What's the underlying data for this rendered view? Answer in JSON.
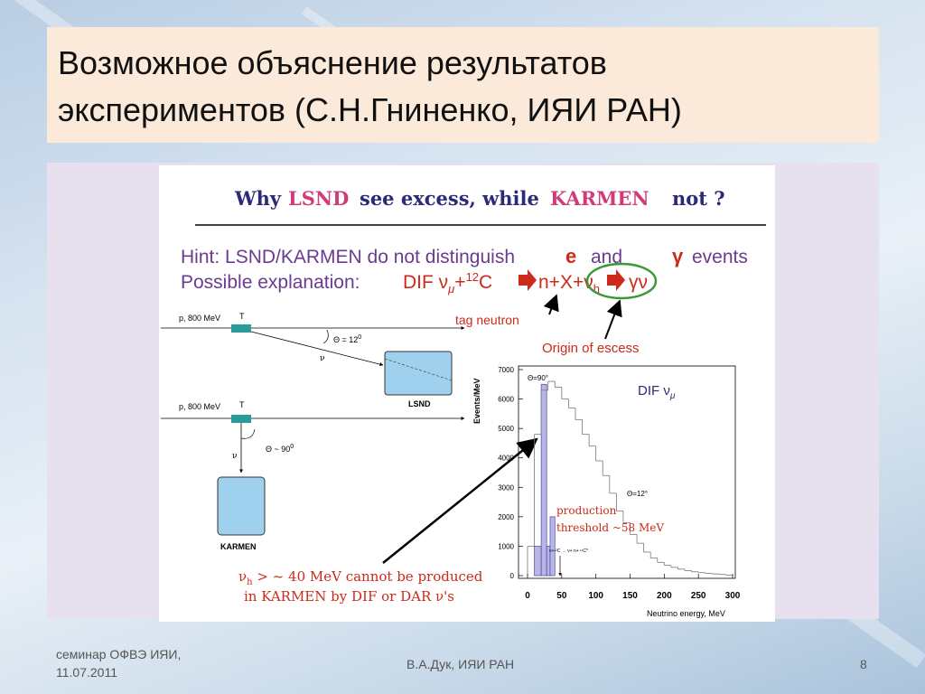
{
  "slide": {
    "title_line1": "Возможное объяснение результатов",
    "title_line2": "экспериментов (С.Н.Гниненко, ИЯИ РАН)"
  },
  "figure": {
    "headline": {
      "why": "Why",
      "lsnd": "LSND",
      "mid": "see excess, while",
      "karmen": "KARMEN",
      "end": "not ?"
    },
    "hint": {
      "prefix": "Hint: LSND/KARMEN  do not distinguish",
      "e": "e",
      "and": "and",
      "gamma": "γ",
      "events": "events"
    },
    "explanation": {
      "prefix": "Possible explanation:",
      "formula_dif": "DIF ν",
      "formula_mu": "μ",
      "formula_plus": "+",
      "formula_sup": "12",
      "formula_c": "C",
      "formula_nx": "n+X+ν",
      "formula_h": "h",
      "formula_gv": "γν"
    },
    "tag_neutron": "tag neutron",
    "origin": "Origin of escess",
    "beam1": {
      "label": "p, 800 MeV",
      "theta": "Θ = 12",
      "theta_sup": "0",
      "nu": "ν",
      "detector": "LSND"
    },
    "beam2": {
      "label": "p, 800 MeV",
      "theta": "Θ ~ 90",
      "theta_sup": "0",
      "nu": "ν",
      "detector": "KARMEN"
    },
    "note": {
      "line1_nu": "ν",
      "line1_h": "h",
      "line1_rest": " > ~ 40 MeV cannot be produced",
      "line2": "in KARMEN by DIF or DAR ν's"
    },
    "hist": {
      "ylabel": "Events/MeV",
      "xlabel": "Neutrino energy, MeV",
      "theta90": "Θ=90°",
      "theta12": "Θ=12°",
      "dif": "DIF ν",
      "dif_sub": "μ",
      "production": "production",
      "threshold": "threshold ~58 MeV",
      "reaction": "ν",
      "reaction_rest": "+¹²C → ν",
      "reaction_end": "+ n+ ¹¹C*",
      "yticks": [
        "0",
        "1000",
        "2000",
        "3000",
        "4000",
        "5000",
        "6000",
        "7000"
      ],
      "xticks": [
        "0",
        "50",
        "100",
        "150",
        "200",
        "250",
        "300"
      ]
    }
  },
  "chart_data": {
    "type": "bar",
    "title": "",
    "xlabel": "Neutrino energy, MeV",
    "ylabel": "Events/MeV",
    "xlim": [
      0,
      300
    ],
    "ylim": [
      0,
      7000
    ],
    "series": [
      {
        "name": "Θ=90°",
        "type": "filled-histogram",
        "bins": [
          [
            10,
            20,
            1000
          ],
          [
            20,
            28,
            6500
          ],
          [
            28,
            33,
            1000
          ],
          [
            33,
            40,
            2000
          ]
        ]
      },
      {
        "name": "Θ=12°",
        "type": "step-histogram",
        "bins": [
          [
            0,
            10,
            1000
          ],
          [
            10,
            20,
            4800
          ],
          [
            20,
            30,
            6300
          ],
          [
            30,
            40,
            6600
          ],
          [
            40,
            50,
            6400
          ],
          [
            50,
            60,
            6000
          ],
          [
            60,
            70,
            5700
          ],
          [
            70,
            80,
            5300
          ],
          [
            80,
            90,
            4800
          ],
          [
            90,
            100,
            4400
          ],
          [
            100,
            110,
            3900
          ],
          [
            110,
            120,
            3400
          ],
          [
            120,
            130,
            2800
          ],
          [
            130,
            140,
            2200
          ],
          [
            140,
            150,
            1800
          ],
          [
            150,
            160,
            1400
          ],
          [
            160,
            170,
            1100
          ],
          [
            170,
            180,
            800
          ],
          [
            180,
            190,
            600
          ],
          [
            190,
            200,
            450
          ],
          [
            200,
            210,
            350
          ],
          [
            210,
            220,
            280
          ],
          [
            220,
            230,
            220
          ],
          [
            230,
            240,
            170
          ],
          [
            240,
            250,
            130
          ],
          [
            250,
            260,
            100
          ],
          [
            260,
            270,
            80
          ],
          [
            270,
            280,
            60
          ],
          [
            280,
            290,
            40
          ],
          [
            290,
            300,
            20
          ]
        ]
      }
    ]
  },
  "footer": {
    "left_line1": "семинар ОФВЭ ИЯИ,",
    "left_line2": "11.07.2011",
    "center": "В.А.Дук, ИЯИ РАН",
    "page": "8"
  },
  "colors": {
    "title_bg": "#fbe9d9",
    "content_bg": "#e7e0ee",
    "navy": "#2b2a7a",
    "magenta": "#d23a7c",
    "purple": "#6b3b8f",
    "red": "#cc2a1a",
    "green": "#3a9a3a"
  }
}
